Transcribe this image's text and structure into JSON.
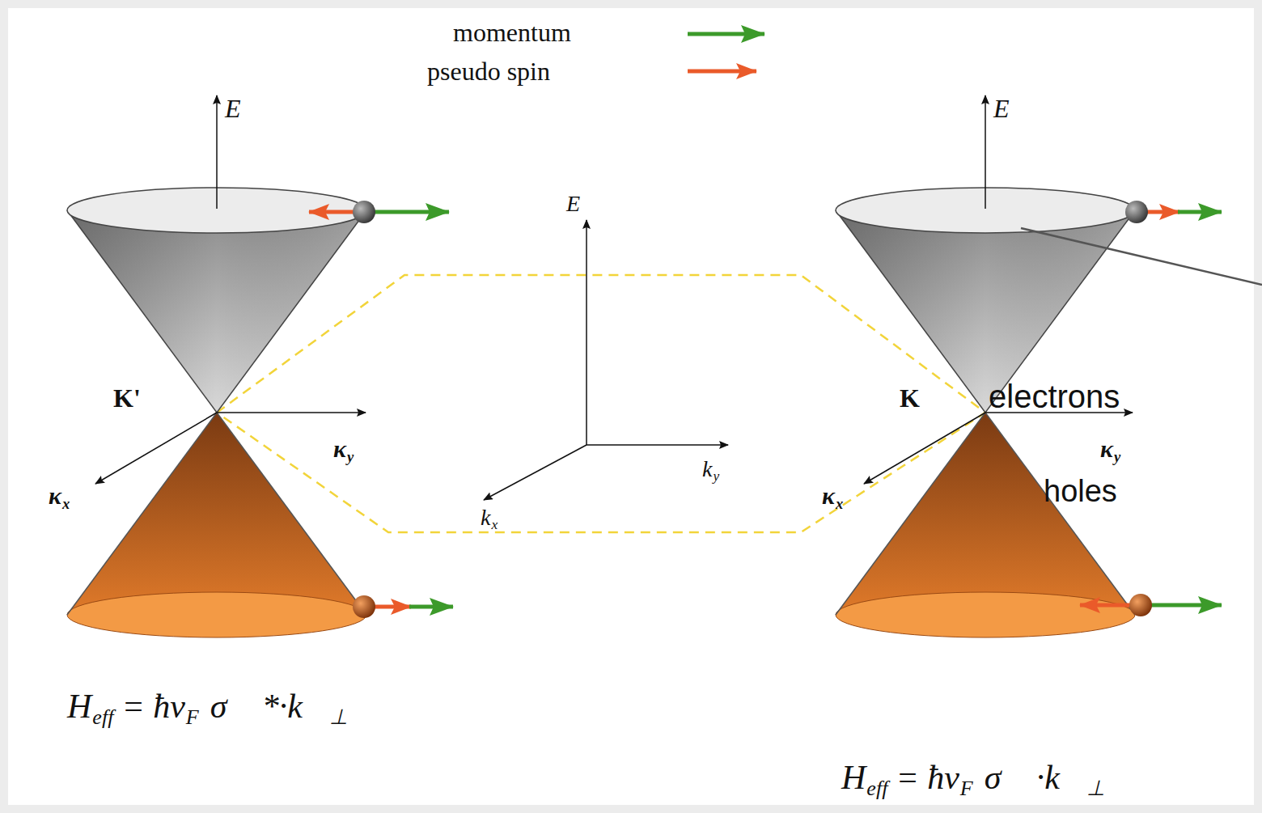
{
  "diagram": {
    "labels": [
      "E",
      "K'",
      "κ",
      "x",
      "κ",
      "y",
      "E",
      "k",
      "y",
      "k",
      "x",
      "E",
      "electrons",
      "K",
      "κ",
      "x",
      "κ",
      "y",
      "holes",
      "H",
      "eff",
      "= ħv",
      "F",
      "σ⃗ *·k⃗",
      "⊥",
      "H",
      "eff",
      "= ħv",
      "F",
      "σ⃗ ·k⃗",
      "⊥"
    ],
    "legend": [
      {
        "text": "momentum"
      },
      {
        "text": "pseudo spin"
      }
    ]
  }
}
